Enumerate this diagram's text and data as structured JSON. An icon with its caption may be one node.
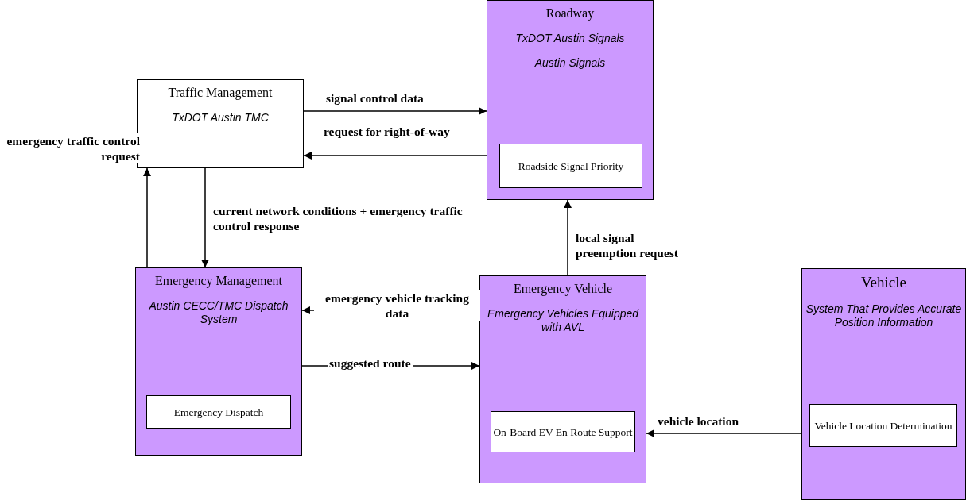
{
  "diagram": {
    "nodes": [
      {
        "text": [
          "Traffic Management",
          "TxDOT Austin TMC"
        ]
      },
      {
        "text": [
          "Roadway",
          "TxDOT Austin Signals",
          "Austin Signals"
        ]
      },
      {
        "text": [
          "Roadside Signal Priority"
        ],
        "in": 1
      },
      {
        "text": [
          "Emergency Management",
          "Austin CECC/TMC Dispatch System"
        ]
      },
      {
        "text": [
          "Emergency Dispatch"
        ],
        "in": 3
      },
      {
        "text": [
          "Emergency Vehicle",
          "Emergency Vehicles Equipped with AVL"
        ]
      },
      {
        "text": [
          "On-Board EV En Route Support"
        ],
        "in": 5
      },
      {
        "text": [
          "Vehicle",
          "System That Provides Accurate Position Information"
        ]
      },
      {
        "text": [
          "Vehicle Location Determination"
        ],
        "in": 7
      }
    ],
    "edges": [
      {
        "from": 0,
        "to": 1,
        "arrow": "to",
        "label": "signal control data"
      },
      {
        "from": 1,
        "to": 0,
        "arrow": "to",
        "label": "request for right-of-way"
      },
      {
        "from": 3,
        "to": 0,
        "arrow": "to",
        "label": "emergency traffic control request"
      },
      {
        "from": 0,
        "to": 3,
        "arrow": "to",
        "label": "current network conditions + emergency traffic control response"
      },
      {
        "from": 5,
        "to": 1,
        "arrow": "to",
        "label": "local signal preemption request"
      },
      {
        "from": 5,
        "to": 3,
        "arrow": "to",
        "label": "emergency vehicle tracking data"
      },
      {
        "from": 3,
        "to": 5,
        "arrow": "to",
        "label": "suggested route"
      },
      {
        "from": 7,
        "to": 5,
        "arrow": "to",
        "label": "vehicle location"
      }
    ]
  }
}
